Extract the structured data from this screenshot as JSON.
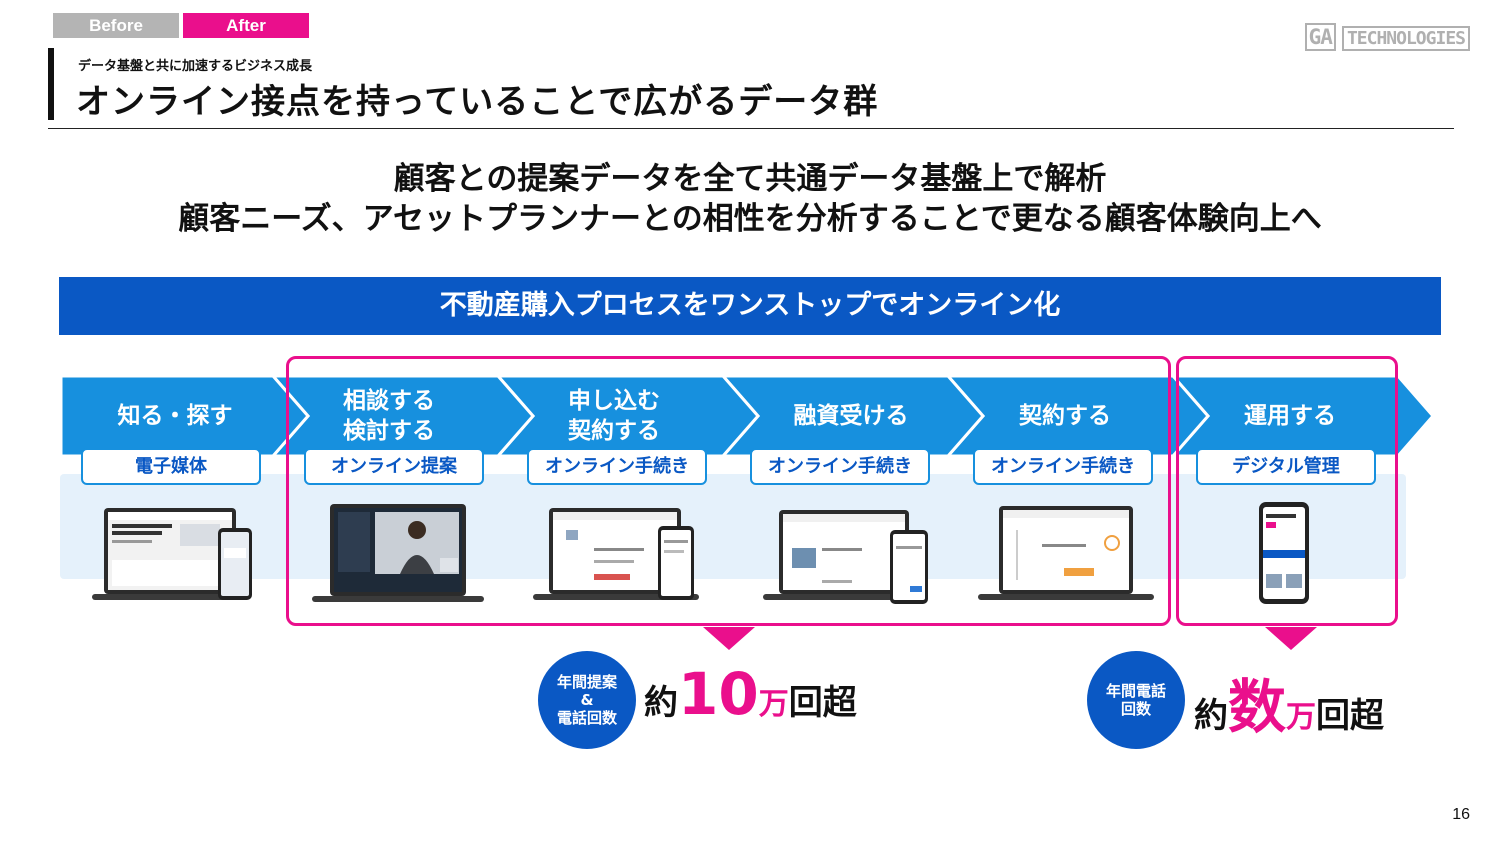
{
  "tabs": {
    "before": "Before",
    "after": "After"
  },
  "logo": {
    "ga": "GA",
    "tech": "TECHNOLOGIES"
  },
  "header": {
    "subtitle": "データ基盤と共に加速するビジネス成長",
    "title": "オンライン接点を持っていることで広がるデータ群"
  },
  "lead": {
    "line1": "顧客との提案データを全て共通データ基盤上で解析",
    "line2": "顧客ニーズ、アセットプランナーとの相性を分析することで更なる顧客体験向上へ"
  },
  "banner": "不動産購入プロセスをワンストップでオンライン化",
  "steps": [
    {
      "label": "知る・探す",
      "channel": "電子媒体"
    },
    {
      "label_line1": "相談する",
      "label_line2": "検討する",
      "channel": "オンライン提案"
    },
    {
      "label_line1": "申し込む",
      "label_line2": "契約する",
      "channel": "オンライン手続き"
    },
    {
      "label": "融資受ける",
      "channel": "オンライン手続き"
    },
    {
      "label": "契約する",
      "channel": "オンライン手続き"
    },
    {
      "label": "運用する",
      "channel": "デジタル管理"
    }
  ],
  "stats": [
    {
      "circle_line1": "年間提案",
      "circle_line2": "&",
      "circle_line3": "電話回数",
      "prefix": "約",
      "number": "10",
      "unit": "万",
      "suffix": "回超"
    },
    {
      "circle_line1": "年間電話",
      "circle_line2": "回数",
      "prefix": "約",
      "number": "数",
      "unit": "万",
      "suffix": "回超"
    }
  ],
  "page_number": "16",
  "colors": {
    "brand_blue": "#0a58c4",
    "arrow_blue": "#1790de",
    "accent_pink": "#ea0f8c"
  }
}
